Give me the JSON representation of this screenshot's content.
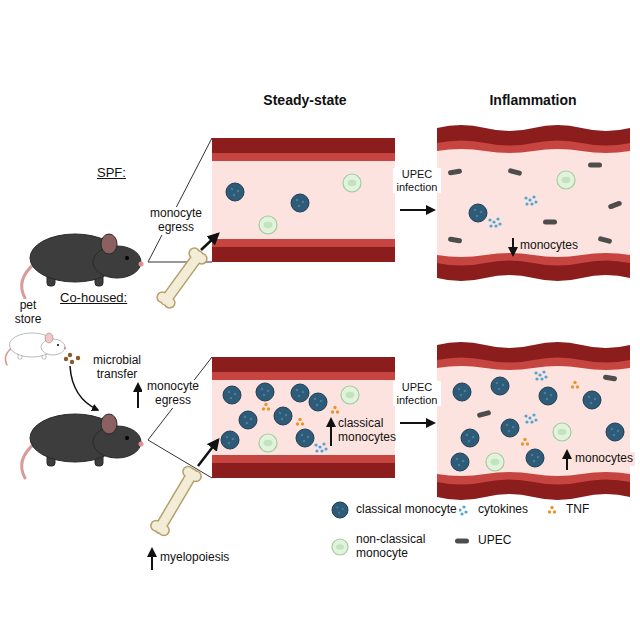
{
  "diagram": {
    "labels": [
      "SPF:",
      "Steady-state",
      "Inflammation",
      "monocyte egress",
      "UPEC infection",
      "monocytes",
      "Co-housed:",
      "pet store",
      "microbial transfer",
      "monocyte egress",
      "myelopoiesis",
      "classical monocytes",
      "UPEC infection",
      "monocytes"
    ],
    "legend": [
      {
        "text": "classical monocyte"
      },
      {
        "text": "cytokines"
      },
      {
        "text": "TNF"
      },
      {
        "text": "non-classical monocyte"
      },
      {
        "text": "UPEC"
      }
    ]
  }
}
